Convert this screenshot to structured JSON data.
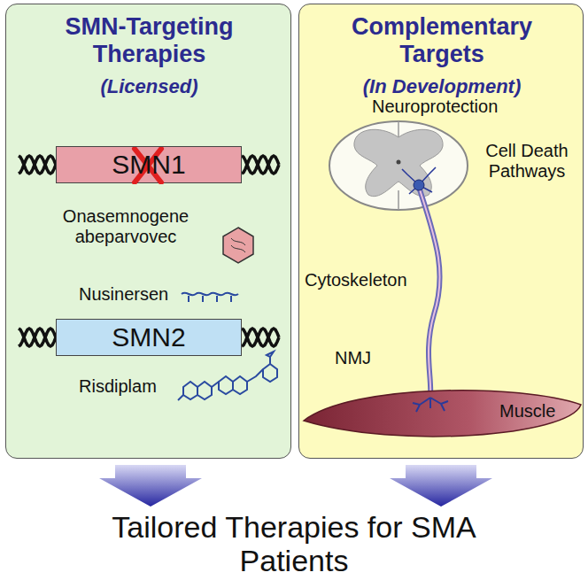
{
  "diagram": {
    "caption": "Tailored Therapies for SMA Patients",
    "nodes": [
      {
        "text": [
          "SMN-Targeting Therapies",
          "(Licensed)",
          "Onasemnogene abeparvovec",
          "Nusinersen",
          "Risdiplam"
        ]
      },
      {
        "text": [
          "SMN1"
        ],
        "in": 0
      },
      {
        "text": [
          "SMN2"
        ],
        "in": 0
      },
      {
        "text": [
          "Complementary Targets",
          "(In Development)",
          "Neuroprotection",
          "Cell Death Pathways",
          "Cytoskeleton",
          "NMJ",
          "Muscle"
        ]
      }
    ]
  }
}
